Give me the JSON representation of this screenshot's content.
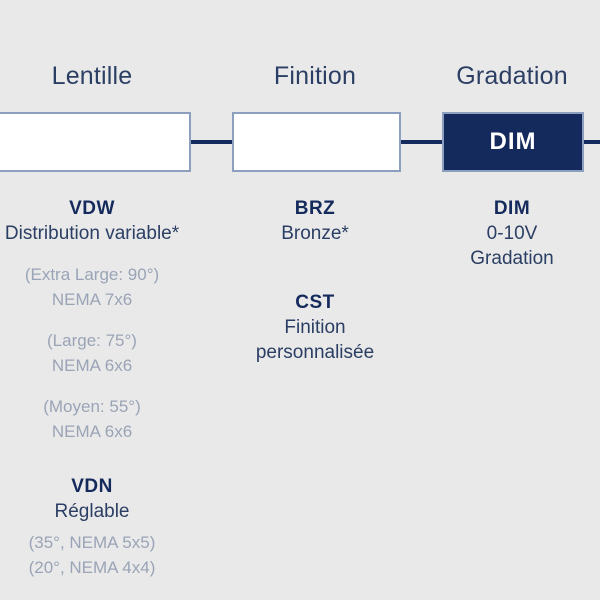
{
  "colors": {
    "background": "#e9e9e9",
    "navy": "#152a5c",
    "box_border": "#8c9fbe",
    "text_dark": "#2b3e63",
    "text_muted": "#9aa4b6",
    "box_fill": "#ffffff"
  },
  "columns": [
    {
      "header": "Lentille",
      "box": {
        "label": "",
        "filled": false
      },
      "groups": [
        {
          "code": "VDW",
          "desc": "Distribution variable*",
          "subs": [
            {
              "lines": [
                "(Extra Large: 90°)",
                "NEMA 7x6"
              ]
            },
            {
              "lines": [
                "(Large: 75°)",
                "NEMA 6x6"
              ]
            },
            {
              "lines": [
                "(Moyen: 55°)",
                "NEMA 6x6"
              ]
            }
          ]
        },
        {
          "code": "VDN",
          "desc": "Réglable",
          "subs": [
            {
              "lines": [
                "(35°, NEMA 5x5)",
                "(20°, NEMA 4x4)"
              ]
            }
          ]
        }
      ]
    },
    {
      "header": "Finition",
      "box": {
        "label": "",
        "filled": false
      },
      "groups": [
        {
          "code": "BRZ",
          "desc": "Bronze*",
          "subs": []
        },
        {
          "code": "CST",
          "desc": "Finition personnalisée",
          "subs": []
        }
      ]
    },
    {
      "header": "Gradation",
      "box": {
        "label": "DIM",
        "filled": true
      },
      "groups": [
        {
          "code": "DIM",
          "desc": "0-10V Gradation",
          "subs": []
        }
      ]
    }
  ],
  "lentille": {
    "header": "Lentille",
    "vdw": {
      "code": "VDW",
      "desc": "Distribution variable*",
      "sub1a": "(Extra Large: 90°)",
      "sub1b": "NEMA 7x6",
      "sub2a": "(Large: 75°)",
      "sub2b": "NEMA 6x6",
      "sub3a": "(Moyen: 55°)",
      "sub3b": "NEMA 6x6"
    },
    "vdn": {
      "code": "VDN",
      "desc": "Réglable",
      "sub1": "(35°, NEMA 5x5)",
      "sub2": "(20°, NEMA 4x4)"
    }
  },
  "finition": {
    "header": "Finition",
    "brz": {
      "code": "BRZ",
      "desc": "Bronze*"
    },
    "cst": {
      "code": "CST",
      "desc_line1": "Finition",
      "desc_line2": "personnalisée"
    }
  },
  "gradation": {
    "header": "Gradation",
    "box_label": "DIM",
    "dim": {
      "code": "DIM",
      "desc_line1": "0-10V",
      "desc_line2": "Gradation"
    }
  }
}
